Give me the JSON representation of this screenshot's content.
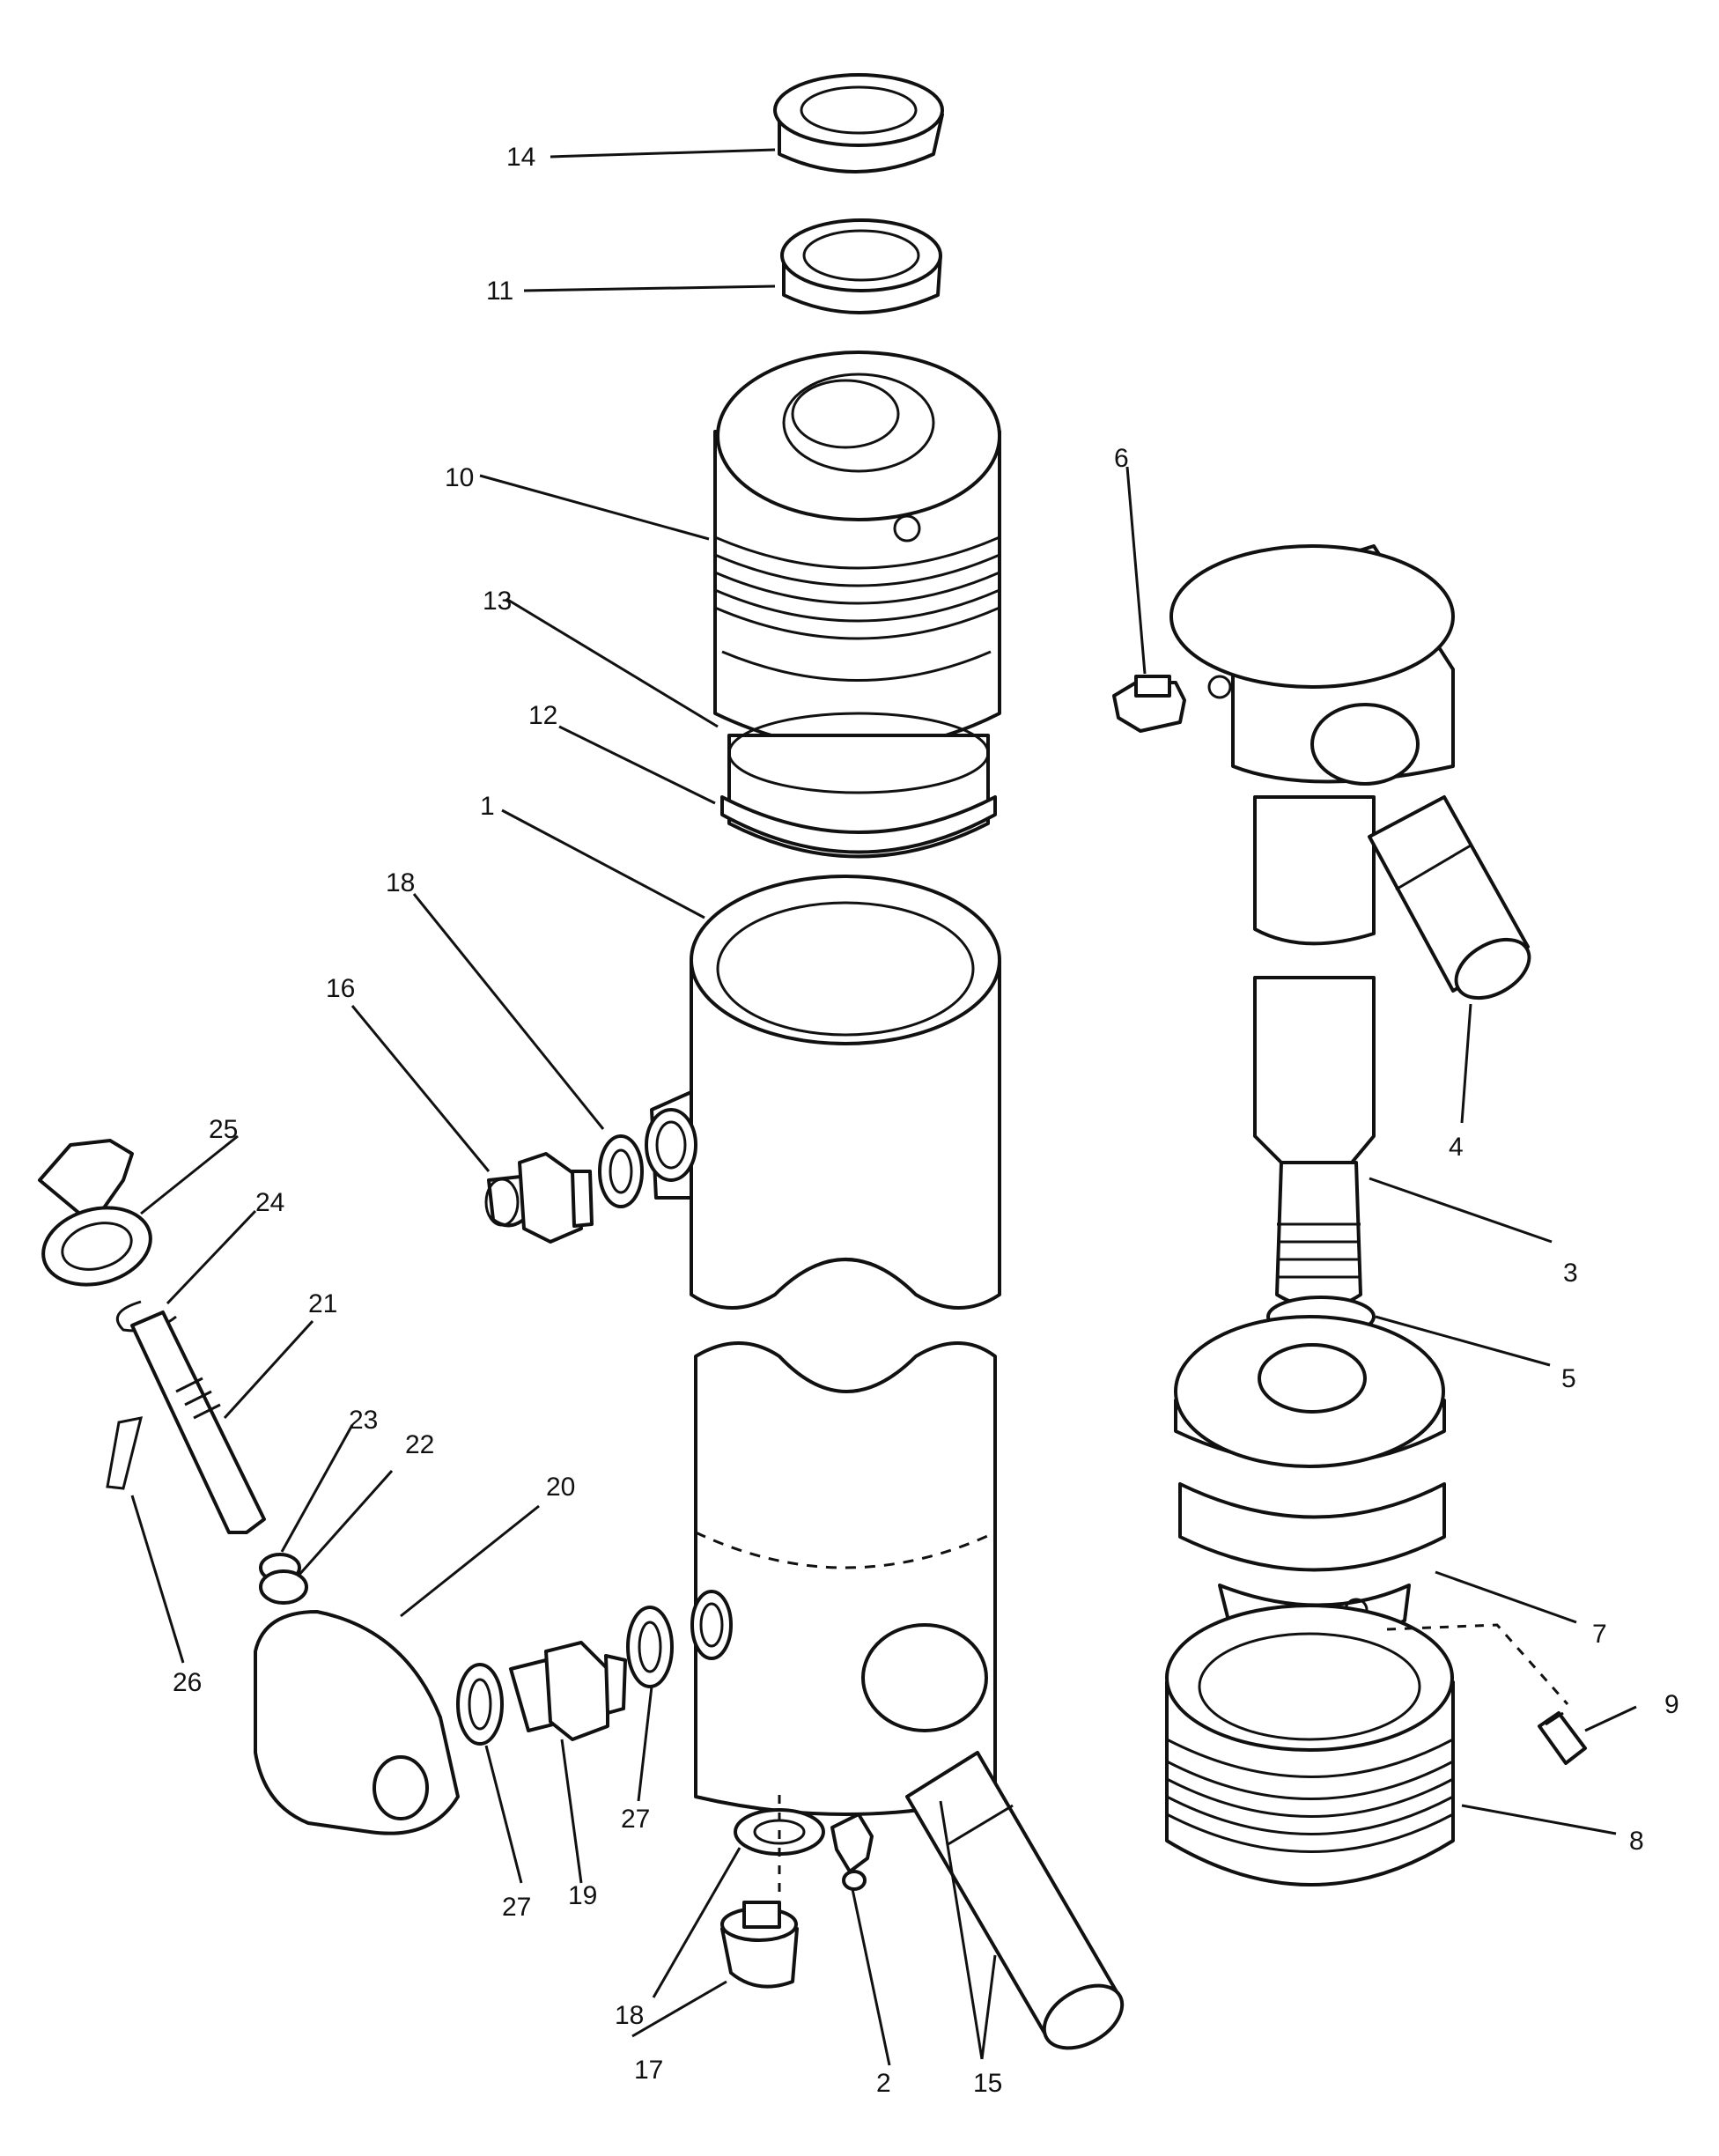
{
  "labels": {
    "p1": "1",
    "p2": "2",
    "p3": "3",
    "p4": "4",
    "p5": "5",
    "p6": "6",
    "p7": "7",
    "p8": "8",
    "p9": "9",
    "p10": "10",
    "p11": "11",
    "p12": "12",
    "p13": "13",
    "p14": "14",
    "p15": "15",
    "p16": "16",
    "p17": "17",
    "p18a": "18",
    "p18b": "18",
    "p19": "19",
    "p20": "20",
    "p21": "21",
    "p22": "22",
    "p23": "23",
    "p24": "24",
    "p25": "25",
    "p26": "26",
    "p27a": "27",
    "p27b": "27"
  },
  "colors": {
    "ink": "#111111",
    "paper": "#ffffff"
  }
}
